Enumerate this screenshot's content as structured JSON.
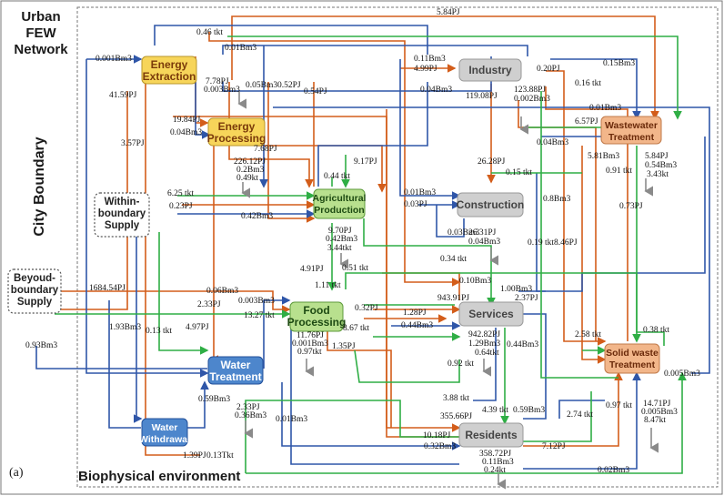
{
  "title_lines": [
    "Urban",
    "FEW",
    "Network"
  ],
  "side_label": "City Boundary",
  "boundary_label": "Biophysical environment",
  "panel_label": "(a)",
  "colors": {
    "energy": "#d35d1a",
    "water": "#2f56a8",
    "food": "#2fae45",
    "waste": "#7a7a7a",
    "node_energy": "#f7d55a",
    "node_food": "#b8e08e",
    "node_water": "#4d86cc",
    "node_gray": "#cfcfcf",
    "node_waste": "#f2b68a"
  },
  "nodes": [
    {
      "id": "extraction",
      "lines": [
        "Energy",
        "Extraction"
      ],
      "kind": "energy"
    },
    {
      "id": "processing",
      "lines": [
        "Energy",
        "Processing"
      ],
      "kind": "energy"
    },
    {
      "id": "agri",
      "lines": [
        "Agricultural",
        "Production"
      ],
      "kind": "food"
    },
    {
      "id": "food",
      "lines": [
        "Food",
        "Processing"
      ],
      "kind": "food"
    },
    {
      "id": "industry",
      "lines": [
        "Industry"
      ],
      "kind": "gray"
    },
    {
      "id": "construction",
      "lines": [
        "Construction"
      ],
      "kind": "gray"
    },
    {
      "id": "services",
      "lines": [
        "Services"
      ],
      "kind": "gray"
    },
    {
      "id": "residents",
      "lines": [
        "Residents"
      ],
      "kind": "gray"
    },
    {
      "id": "wastewater",
      "lines": [
        "Wastewater",
        "Treatment"
      ],
      "kind": "waste"
    },
    {
      "id": "solidwaste",
      "lines": [
        "Solid waste",
        "Treatment"
      ],
      "kind": "waste"
    },
    {
      "id": "watertreat",
      "lines": [
        "Water",
        "Treatment"
      ],
      "kind": "water"
    },
    {
      "id": "withdrawal",
      "lines": [
        "Water",
        "Withdrawal"
      ],
      "kind": "water"
    }
  ],
  "sources": [
    {
      "id": "within",
      "lines": [
        "Within-",
        "boundary",
        "Supply"
      ]
    },
    {
      "id": "beyond",
      "lines": [
        "Beyoud-",
        "boundary",
        "Supply"
      ]
    }
  ],
  "flows": [
    {
      "id": "f01",
      "text": "5.84PJ",
      "kind": "energy"
    },
    {
      "id": "f02",
      "text": "0.46 tkt",
      "kind": "food"
    },
    {
      "id": "f03",
      "text": "0.01Bm3",
      "kind": "water"
    },
    {
      "id": "f04",
      "text": "0.001Bm3",
      "kind": "water"
    },
    {
      "id": "f05",
      "text": "41.59PJ",
      "kind": "energy"
    },
    {
      "id": "f06",
      "text": "3.57PJ",
      "kind": "energy"
    },
    {
      "id": "f07",
      "text": "7.78PJ",
      "kind": "energy"
    },
    {
      "id": "f08",
      "text": "0.003Bm3",
      "kind": "water"
    },
    {
      "id": "f09",
      "text": "0.05Bm3",
      "kind": "water"
    },
    {
      "id": "f10",
      "text": "0.52PJ",
      "kind": "energy"
    },
    {
      "id": "f11",
      "text": "0.54PJ",
      "kind": "energy"
    },
    {
      "id": "f12",
      "text": "19.84PJ",
      "kind": "energy"
    },
    {
      "id": "f13",
      "text": "0.04Bm3",
      "kind": "water"
    },
    {
      "id": "f14",
      "text": "7.68PJ",
      "kind": "energy"
    },
    {
      "id": "f15",
      "text": "226.12PJ",
      "kind": "waste"
    },
    {
      "id": "f16",
      "text": "0.2Bm3",
      "kind": "waste"
    },
    {
      "id": "f17",
      "text": "0.49kt",
      "kind": "waste"
    },
    {
      "id": "f18",
      "text": "9.17PJ",
      "kind": "energy"
    },
    {
      "id": "f19",
      "text": "0.44 tkt",
      "kind": "food"
    },
    {
      "id": "f20",
      "text": "6.25 tkt",
      "kind": "food"
    },
    {
      "id": "f21",
      "text": "0.23PJ",
      "kind": "energy"
    },
    {
      "id": "f22",
      "text": "0.42Bm3",
      "kind": "water"
    },
    {
      "id": "f23",
      "text": "0.11Bm3",
      "kind": "water"
    },
    {
      "id": "f24",
      "text": "4.99PJ",
      "kind": "energy"
    },
    {
      "id": "f25",
      "text": "0.04Bm3",
      "kind": "water"
    },
    {
      "id": "f26",
      "text": "119.08PJ",
      "kind": "waste"
    },
    {
      "id": "f27",
      "text": "123.88PJ",
      "kind": "waste"
    },
    {
      "id": "f28",
      "text": "0.002Bm3",
      "kind": "waste"
    },
    {
      "id": "f29",
      "text": "0.20PJ",
      "kind": "energy"
    },
    {
      "id": "f30",
      "text": "0.15Bm3",
      "kind": "water"
    },
    {
      "id": "f31",
      "text": "0.16 tkt",
      "kind": "food"
    },
    {
      "id": "f32",
      "text": "0.01Bm3",
      "kind": "water"
    },
    {
      "id": "f33",
      "text": "6.57PJ",
      "kind": "energy"
    },
    {
      "id": "f34",
      "text": "0.04Bm3",
      "kind": "water"
    },
    {
      "id": "f35",
      "text": "26.28PJ",
      "kind": "energy"
    },
    {
      "id": "f36",
      "text": "0.15 tkt",
      "kind": "food"
    },
    {
      "id": "f37",
      "text": "5.81Bm3",
      "kind": "water"
    },
    {
      "id": "f38",
      "text": "0.91 tkt",
      "kind": "food"
    },
    {
      "id": "f39",
      "text": "5.84PJ",
      "kind": "waste"
    },
    {
      "id": "f40",
      "text": "0.54Bm3",
      "kind": "waste"
    },
    {
      "id": "f41",
      "text": "3.43kt",
      "kind": "waste"
    },
    {
      "id": "f42",
      "text": "0.01Bm3",
      "kind": "water"
    },
    {
      "id": "f43",
      "text": "0.03PJ",
      "kind": "energy"
    },
    {
      "id": "f44",
      "text": "26.31PJ",
      "kind": "waste"
    },
    {
      "id": "f45",
      "text": "0.04Bm3",
      "kind": "waste"
    },
    {
      "id": "f46",
      "text": "0.03Bm3",
      "kind": "water"
    },
    {
      "id": "f47",
      "text": "0.34 tkt",
      "kind": "food"
    },
    {
      "id": "f48",
      "text": "0.19 tkt",
      "kind": "food"
    },
    {
      "id": "f49",
      "text": "0.8Bm3",
      "kind": "water"
    },
    {
      "id": "f50",
      "text": "8.46PJ",
      "kind": "energy"
    },
    {
      "id": "f51",
      "text": "0.73PJ",
      "kind": "energy"
    },
    {
      "id": "f52",
      "text": "9.70PJ",
      "kind": "waste"
    },
    {
      "id": "f53",
      "text": "0.42Bm3",
      "kind": "waste"
    },
    {
      "id": "f54",
      "text": "3.44tkt",
      "kind": "waste"
    },
    {
      "id": "f55",
      "text": "4.91PJ",
      "kind": "energy"
    },
    {
      "id": "f56",
      "text": "1.11 tkt",
      "kind": "food"
    },
    {
      "id": "f57",
      "text": "0.51 tkt",
      "kind": "food"
    },
    {
      "id": "f58",
      "text": "0.10Bm3",
      "kind": "water"
    },
    {
      "id": "f59",
      "text": "1.00Bm3",
      "kind": "water"
    },
    {
      "id": "f60",
      "text": "2.37PJ",
      "kind": "energy"
    },
    {
      "id": "f61",
      "text": "1684.54PJ",
      "kind": "energy"
    },
    {
      "id": "f62",
      "text": "0.06Bm3",
      "kind": "water"
    },
    {
      "id": "f63",
      "text": "2.33PJ",
      "kind": "energy"
    },
    {
      "id": "f64",
      "text": "0.003Bm3",
      "kind": "water"
    },
    {
      "id": "f65",
      "text": "13.27 tkt",
      "kind": "food"
    },
    {
      "id": "f66",
      "text": "1.93Bm3",
      "kind": "water"
    },
    {
      "id": "f67",
      "text": "0.13 tkt",
      "kind": "food"
    },
    {
      "id": "f68",
      "text": "4.97PJ",
      "kind": "energy"
    },
    {
      "id": "f69",
      "text": "0.32PJ",
      "kind": "energy"
    },
    {
      "id": "f70",
      "text": "1.28PJ",
      "kind": "energy"
    },
    {
      "id": "f71",
      "text": "943.91PJ",
      "kind": "energy"
    },
    {
      "id": "f72",
      "text": "0.44Bm3",
      "kind": "water"
    },
    {
      "id": "f73",
      "text": "8.67 tkt",
      "kind": "food"
    },
    {
      "id": "f74",
      "text": "11.76PJ",
      "kind": "waste"
    },
    {
      "id": "f75",
      "text": "0.001Bm3",
      "kind": "waste"
    },
    {
      "id": "f76",
      "text": "0.97tkt",
      "kind": "waste"
    },
    {
      "id": "f77",
      "text": "1.35PJ",
      "kind": "energy"
    },
    {
      "id": "f78",
      "text": "942.82PJ",
      "kind": "waste"
    },
    {
      "id": "f79",
      "text": "1.29Bm3",
      "kind": "waste"
    },
    {
      "id": "f80",
      "text": "0.64tkt",
      "kind": "waste"
    },
    {
      "id": "f81",
      "text": "0.44Bm3",
      "kind": "water"
    },
    {
      "id": "f82",
      "text": "2.58 tkt",
      "kind": "food"
    },
    {
      "id": "f83",
      "text": "0.38 tkt",
      "kind": "food"
    },
    {
      "id": "f84",
      "text": "0.92 tkt",
      "kind": "food"
    },
    {
      "id": "f85",
      "text": "0.93Bm3",
      "kind": "water"
    },
    {
      "id": "f86",
      "text": "0.59Bm3",
      "kind": "water"
    },
    {
      "id": "f87",
      "text": "2.33PJ",
      "kind": "waste"
    },
    {
      "id": "f88",
      "text": "0.36Bm3",
      "kind": "waste"
    },
    {
      "id": "f89",
      "text": "0.01Bm3",
      "kind": "water"
    },
    {
      "id": "f90",
      "text": "3.88 tkt",
      "kind": "food"
    },
    {
      "id": "f91",
      "text": "355.66PJ",
      "kind": "energy"
    },
    {
      "id": "f92",
      "text": "4.39 tkt",
      "kind": "food"
    },
    {
      "id": "f93",
      "text": "0.59Bm3",
      "kind": "water"
    },
    {
      "id": "f94",
      "text": "2.74 tkt",
      "kind": "food"
    },
    {
      "id": "f95",
      "text": "0.97 tkt",
      "kind": "food"
    },
    {
      "id": "f96",
      "text": "0.005Bm3",
      "kind": "water"
    },
    {
      "id": "f97",
      "text": "14.71PJ",
      "kind": "waste"
    },
    {
      "id": "f98",
      "text": "0.005Bm3",
      "kind": "waste"
    },
    {
      "id": "f99",
      "text": "8.47kt",
      "kind": "waste"
    },
    {
      "id": "f100",
      "text": "10.18PJ",
      "kind": "energy"
    },
    {
      "id": "f101",
      "text": "0.32Bm3",
      "kind": "water"
    },
    {
      "id": "f102",
      "text": "7.12PJ",
      "kind": "energy"
    },
    {
      "id": "f103",
      "text": "358.72PJ",
      "kind": "waste"
    },
    {
      "id": "f104",
      "text": "0.11Bm3",
      "kind": "waste"
    },
    {
      "id": "f105",
      "text": "0.24kt",
      "kind": "waste"
    },
    {
      "id": "f106",
      "text": "0.02Bm3",
      "kind": "water"
    },
    {
      "id": "f107",
      "text": "1.39PJ",
      "kind": "waste"
    },
    {
      "id": "f108",
      "text": "0.13Tkt",
      "kind": "waste"
    }
  ]
}
